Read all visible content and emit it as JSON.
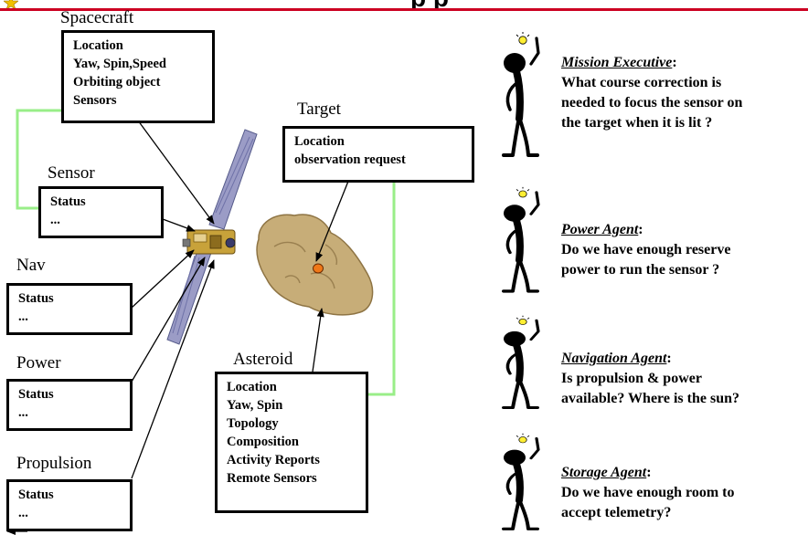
{
  "header": {
    "title": "p                                        p",
    "colors": {
      "rule": "#cc0022",
      "wire": "#99ee88"
    }
  },
  "spacecraft": {
    "label": "Spacecraft",
    "lines": [
      "Location",
      "Yaw, Spin,Speed",
      "Orbiting object",
      "Sensors"
    ]
  },
  "sensor": {
    "label": "Sensor",
    "lines": [
      "Status",
      "..."
    ]
  },
  "nav": {
    "label": "Nav",
    "lines": [
      "Status",
      "..."
    ]
  },
  "power": {
    "label": "Power",
    "lines": [
      "Status",
      "..."
    ]
  },
  "propulsion": {
    "label": "Propulsion",
    "lines": [
      "Status",
      "..."
    ]
  },
  "target": {
    "label": "Target",
    "lines": [
      "Location",
      "observation request"
    ]
  },
  "asteroid": {
    "label": "Asteroid",
    "lines": [
      "Location",
      "Yaw, Spin",
      "Topology",
      "Composition",
      "Activity Reports",
      "Remote Sensors"
    ]
  },
  "agents": [
    {
      "role": "Mission Executive",
      "icon": "thinking-figure-icon",
      "lines": [
        "What course correction is",
        "needed to focus the sensor on",
        "the target when it is lit ?"
      ]
    },
    {
      "role": "Power Agent",
      "icon": "thinking-figure-icon",
      "lines": [
        "Do we have enough reserve",
        "power to run the sensor ?"
      ]
    },
    {
      "role": "Navigation Agent",
      "icon": "thinking-figure-icon",
      "lines": [
        "Is propulsion & power",
        "available?  Where is the sun?"
      ]
    },
    {
      "role": "Storage Agent",
      "icon": "thinking-figure-icon",
      "lines": [
        "Do we have enough room to",
        "accept telemetry?"
      ]
    }
  ]
}
